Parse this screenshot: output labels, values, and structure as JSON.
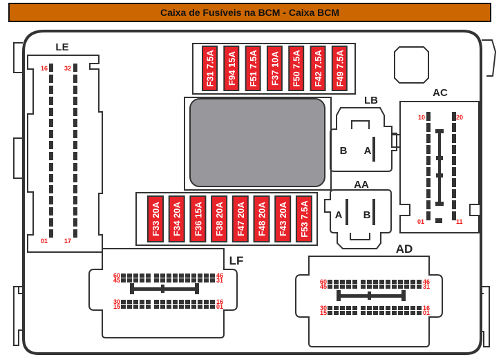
{
  "header": {
    "title": "Caixa de Fusíveis na BCM - Caixa BCM"
  },
  "colors": {
    "title_bg": "#cc6600",
    "fuse_fill": "#e8232a",
    "fuse_text": "#ffffff",
    "pin_label": "#ee1111",
    "outline": "#333333",
    "relay_fill": "#98979b"
  },
  "fuse_rows": {
    "top": [
      {
        "id": "F31",
        "rating": "7.5A",
        "label": "F31 7.5A"
      },
      {
        "id": "F94",
        "rating": "15A",
        "label": "F94 15A"
      },
      {
        "id": "F51",
        "rating": "7.5A",
        "label": "F51 7.5A"
      },
      {
        "id": "F37",
        "rating": "10A",
        "label": "F37 10A"
      },
      {
        "id": "F50",
        "rating": "7.5A",
        "label": "F50 7.5A"
      },
      {
        "id": "F42",
        "rating": "7.5A",
        "label": "F42 7.5A"
      },
      {
        "id": "F49",
        "rating": "7.5A",
        "label": "F49 7.5A"
      }
    ],
    "bottom": [
      {
        "id": "F33",
        "rating": "20A",
        "label": "F33 20A"
      },
      {
        "id": "F34",
        "rating": "20A",
        "label": "F34 20A"
      },
      {
        "id": "F36",
        "rating": "15A",
        "label": "F36 15A"
      },
      {
        "id": "F38",
        "rating": "20A",
        "label": "F38 20A"
      },
      {
        "id": "F47",
        "rating": "20A",
        "label": "F47 20A"
      },
      {
        "id": "F48",
        "rating": "20A",
        "label": "F48 20A"
      },
      {
        "id": "F43",
        "rating": "20A",
        "label": "F43 20A"
      },
      {
        "id": "F53",
        "rating": "7.5A",
        "label": "F53 7.5A"
      }
    ]
  },
  "connectors": {
    "LE": {
      "name": "LE",
      "pins": {
        "top_left": "16",
        "top_right": "32",
        "bottom_left": "01",
        "bottom_right": "17"
      }
    },
    "AC": {
      "name": "AC",
      "pins": {
        "top_left": "10",
        "top_right": "20",
        "bottom_left": "01",
        "bottom_right": "11"
      }
    },
    "LB": {
      "name": "LB",
      "terminals": [
        "B",
        "A"
      ]
    },
    "AA": {
      "name": "AA",
      "terminals": [
        "A",
        "B"
      ]
    },
    "LF": {
      "name": "LF",
      "pins": {
        "r1_left": "60",
        "r1_right": "46",
        "r2_left": "45",
        "r2_right": "31",
        "r3_left": "30",
        "r3_right": "16",
        "r4_left": "15",
        "r4_right": "01"
      }
    },
    "AD": {
      "name": "AD",
      "pins": {
        "r1_left": "60",
        "r1_right": "46",
        "r2_left": "45",
        "r2_right": "31",
        "r3_left": "30",
        "r3_right": "16",
        "r4_left": "15",
        "r4_right": "01"
      }
    }
  }
}
